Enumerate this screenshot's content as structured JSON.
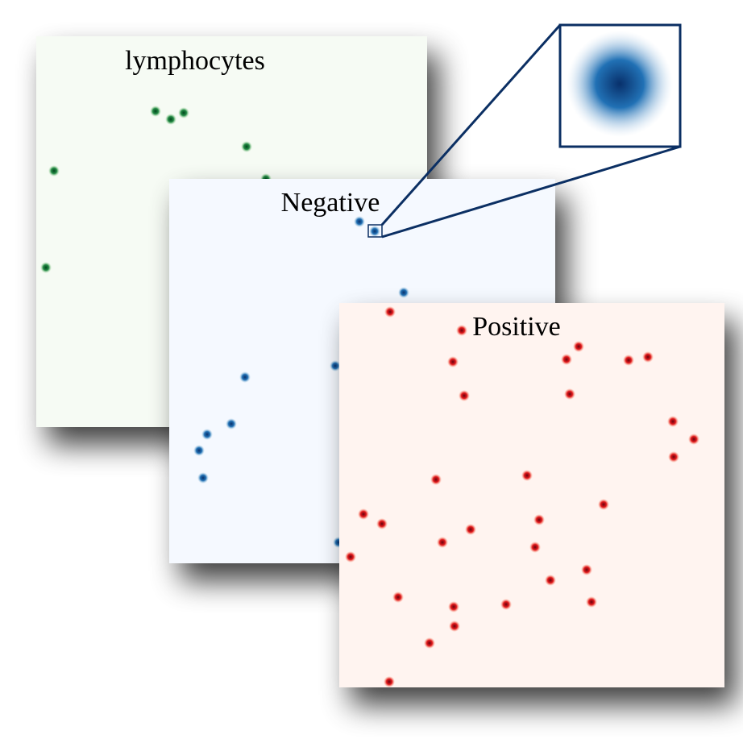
{
  "panels": [
    {
      "id": "lymphocytes",
      "title": "lymphocytes",
      "background": "#f6fbf4",
      "dot_core": "#00441b",
      "dot_mid": "#238b45",
      "dot_halo": "#a1d99b",
      "points": [
        [
          193,
          138
        ],
        [
          212,
          148
        ],
        [
          228,
          140
        ],
        [
          306,
          182
        ],
        [
          67,
          212
        ],
        [
          330,
          222
        ],
        [
          57,
          332
        ]
      ]
    },
    {
      "id": "negative",
      "title": "Negative",
      "background": "#f5f9ff",
      "dot_core": "#08306b",
      "dot_mid": "#2171b5",
      "dot_halo": "#9ecae1",
      "points": [
        [
          446,
          275
        ],
        [
          465,
          287
        ],
        [
          501,
          363
        ],
        [
          304,
          468
        ],
        [
          416,
          454
        ],
        [
          287,
          526
        ],
        [
          257,
          539
        ],
        [
          247,
          559
        ],
        [
          252,
          593
        ],
        [
          420,
          673
        ]
      ]
    },
    {
      "id": "positive",
      "title": "Positive",
      "background": "#fff4f0",
      "dot_core": "#67000d",
      "dot_mid": "#e31a1c",
      "dot_halo": "#fc9272",
      "points": [
        [
          484,
          387
        ],
        [
          573,
          410
        ],
        [
          718,
          430
        ],
        [
          703,
          446
        ],
        [
          562,
          449
        ],
        [
          780,
          447
        ],
        [
          804,
          443
        ],
        [
          576,
          491
        ],
        [
          707,
          489
        ],
        [
          835,
          523
        ],
        [
          861,
          545
        ],
        [
          836,
          567
        ],
        [
          541,
          595
        ],
        [
          654,
          590
        ],
        [
          749,
          626
        ],
        [
          451,
          638
        ],
        [
          474,
          650
        ],
        [
          669,
          645
        ],
        [
          584,
          657
        ],
        [
          549,
          673
        ],
        [
          664,
          679
        ],
        [
          435,
          691
        ],
        [
          728,
          707
        ],
        [
          683,
          720
        ],
        [
          494,
          741
        ],
        [
          734,
          747
        ],
        [
          628,
          750
        ],
        [
          563,
          753
        ],
        [
          564,
          777
        ],
        [
          533,
          798
        ],
        [
          483,
          846
        ]
      ]
    }
  ],
  "zoom_inset": {
    "background": "#ffffff",
    "frame_color": "#0b2f63",
    "blob_core": "#08306b",
    "blob_mid": "#2171b5",
    "blob_halo": "#c6dbef"
  }
}
